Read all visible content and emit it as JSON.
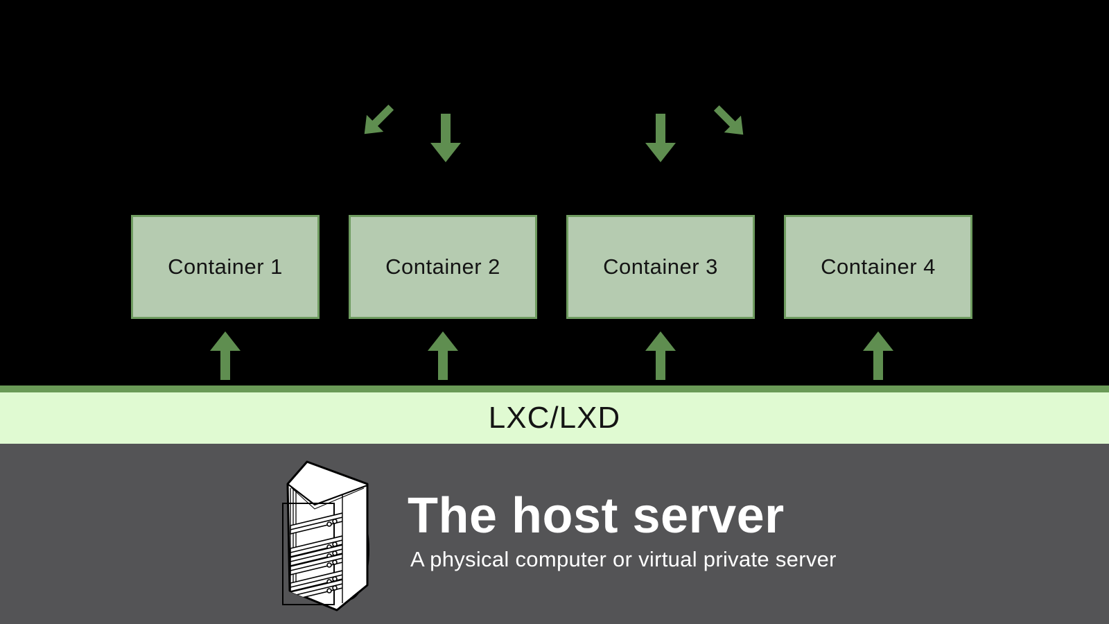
{
  "diagram": {
    "containers": [
      {
        "label": "Container 1"
      },
      {
        "label": "Container 2"
      },
      {
        "label": "Container 3"
      },
      {
        "label": "Container 4"
      }
    ],
    "lxc_layer": {
      "label": "LXC/LXD"
    },
    "host": {
      "title": "The host server",
      "subtitle": "A physical computer or virtual private server"
    },
    "arrows": {
      "top": [
        "arrow-down-left-icon",
        "arrow-down-icon",
        "arrow-down-icon",
        "arrow-down-right-icon"
      ],
      "bottom": [
        "arrow-up-icon",
        "arrow-up-icon",
        "arrow-up-icon",
        "arrow-up-icon"
      ]
    },
    "icons": {
      "host": "server-rack-icon"
    }
  },
  "colors": {
    "background": "#000000",
    "container_fill": "#b5cbb0",
    "container_border": "#6f9c60",
    "arrow": "#5f8e50",
    "lxc_strip": "#6a9a57",
    "lxc_band": "#e0fad2",
    "host_band": "#545456",
    "dark_text": "#141414",
    "light_text": "#ffffff"
  }
}
